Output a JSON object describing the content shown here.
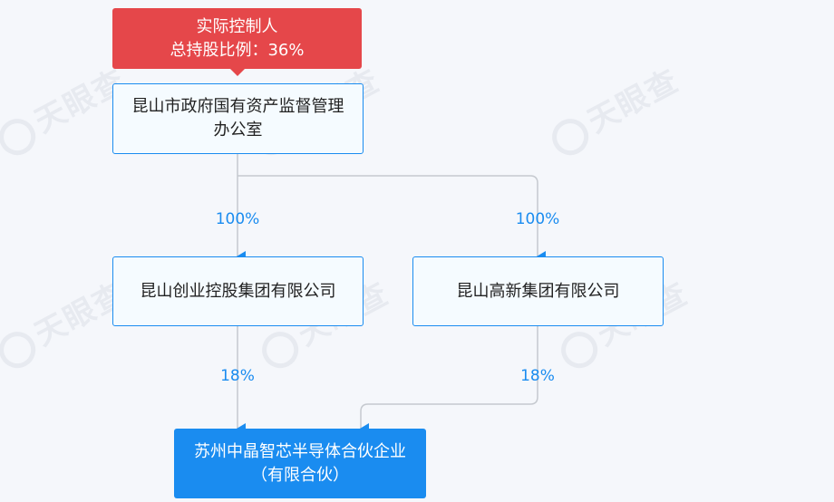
{
  "controller": {
    "label": "实际控制人",
    "ratio": "总持股比例：36%"
  },
  "nodes": {
    "root": "昆山市政府国有资产监督管理办公室",
    "left": "昆山创业控股集团有限公司",
    "right": "昆山高新集团有限公司",
    "target": "苏州中晶智芯半导体合伙企业（有限合伙）"
  },
  "edges": {
    "root_to_left": "100%",
    "root_to_right": "100%",
    "left_to_target": "18%",
    "right_to_target": "18%"
  },
  "colors": {
    "accent": "#1a8cf0",
    "controller": "#e5474a",
    "line": "#c5c9cf"
  }
}
